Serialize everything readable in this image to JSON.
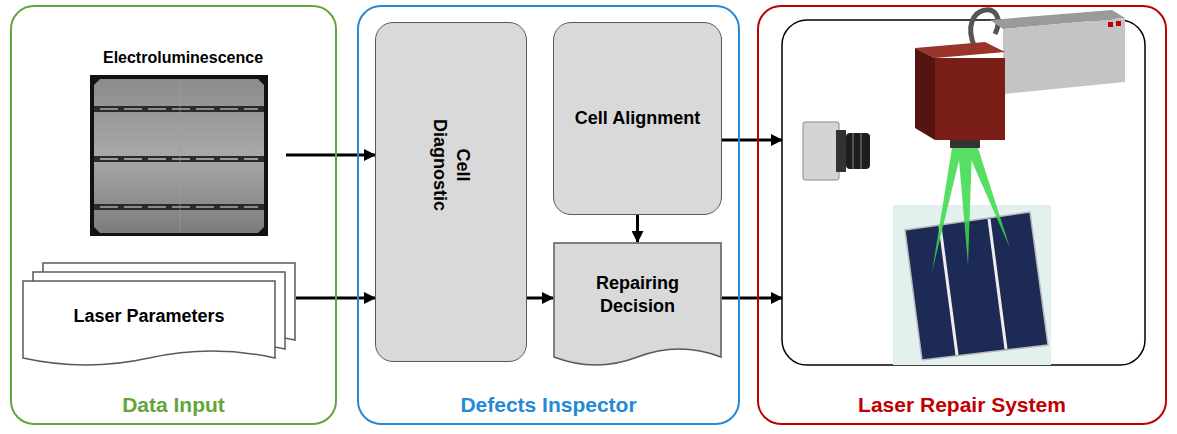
{
  "diagram": {
    "nodes": [
      {
        "text": [
          "Data Input"
        ]
      },
      {
        "text": [
          "Electroluminescence"
        ],
        "in": 0
      },
      {
        "text": [
          "Laser Parameters"
        ],
        "in": 0
      },
      {
        "text": [
          "Defects Inspector"
        ]
      },
      {
        "text": [
          "Cell Diagnostic"
        ],
        "in": 3
      },
      {
        "text": [
          "Cell Alignment"
        ],
        "in": 3
      },
      {
        "text": [
          "Repairing Decision"
        ],
        "in": 3
      },
      {
        "text": [
          "Laser Repair System"
        ]
      }
    ],
    "edges": [
      {
        "from": 1,
        "to": 4,
        "arrow": "to"
      },
      {
        "from": 2,
        "to": 4,
        "arrow": "to"
      },
      {
        "from": 4,
        "to": 6,
        "arrow": "to"
      },
      {
        "from": 5,
        "to": 6,
        "arrow": "to"
      },
      {
        "from": 5,
        "to": 7,
        "arrow": "to"
      },
      {
        "from": 6,
        "to": 7,
        "arrow": "to"
      }
    ]
  }
}
